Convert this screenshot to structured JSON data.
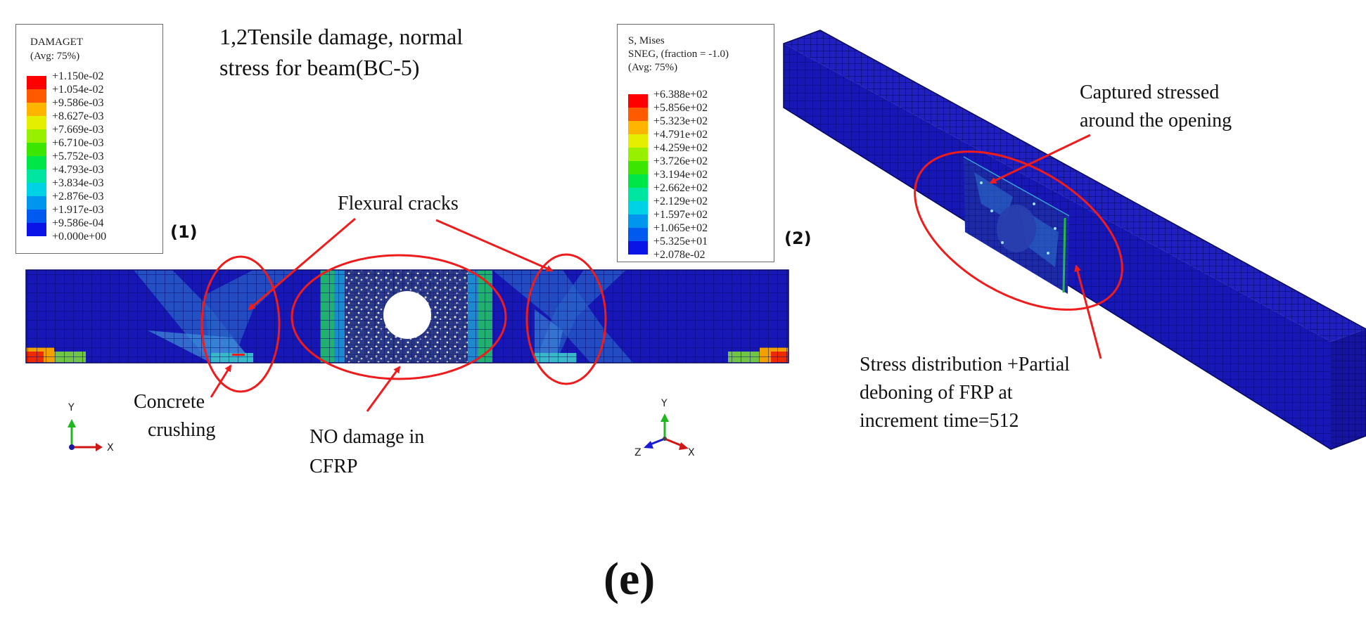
{
  "title_lines": [
    "1,2Tensile damage, normal",
    "stress for beam(BC-5)"
  ],
  "panels": {
    "p1": "(1)",
    "p2": "(2)",
    "caption": "(e)"
  },
  "legend1": {
    "header": [
      "DAMAGET",
      "(Avg: 75%)"
    ],
    "values": [
      "+1.150e-02",
      "+1.054e-02",
      "+9.586e-03",
      "+8.627e-03",
      "+7.669e-03",
      "+6.710e-03",
      "+5.752e-03",
      "+4.793e-03",
      "+3.834e-03",
      "+2.876e-03",
      "+1.917e-03",
      "+9.586e-04",
      "+0.000e+00"
    ]
  },
  "legend2": {
    "header": [
      "S, Mises",
      "SNEG, (fraction = -1.0)",
      "(Avg: 75%)"
    ],
    "values": [
      "+6.388e+02",
      "+5.856e+02",
      "+5.323e+02",
      "+4.791e+02",
      "+4.259e+02",
      "+3.726e+02",
      "+3.194e+02",
      "+2.662e+02",
      "+2.129e+02",
      "+1.597e+02",
      "+1.065e+02",
      "+5.325e+01",
      "+2.078e-02"
    ]
  },
  "colormap": [
    "#ff0000",
    "#ff5a00",
    "#ffb400",
    "#e6ee00",
    "#96f000",
    "#3ce600",
    "#00e646",
    "#00e6a0",
    "#00d2e6",
    "#0096f0",
    "#005af0",
    "#0a14e6"
  ],
  "annotations": {
    "flexural": "Flexural cracks",
    "crushing": [
      "Concrete",
      "crushing"
    ],
    "no_damage": [
      "NO damage in",
      "CFRP"
    ],
    "captured": [
      "Captured stressed",
      "around the opening"
    ],
    "stress_dist": [
      "Stress distribution +Partial",
      "deboning of FRP at",
      "increment time=512"
    ]
  },
  "axes": {
    "triad1": {
      "y": "Y",
      "x": "X"
    },
    "triad2": {
      "y": "Y",
      "z": "Z",
      "x": "X"
    }
  },
  "colors": {
    "annotation_red": "#ee1c1c",
    "beam_blue": "#1d1db8",
    "mesh_line": "#0a0a6e"
  }
}
